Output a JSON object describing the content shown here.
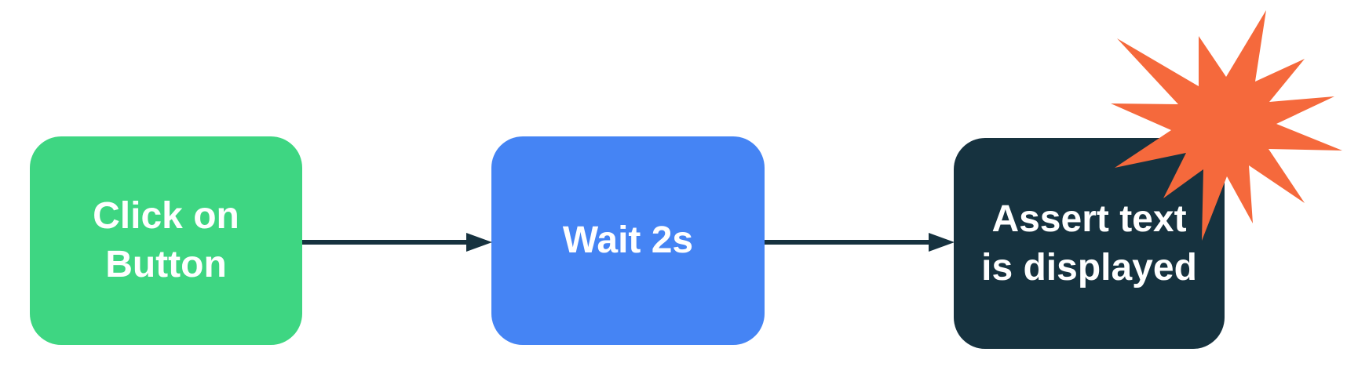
{
  "diagram": {
    "type": "flowchart",
    "background": "#FFFFFF",
    "nodes": [
      {
        "id": "step-1",
        "full_label": "Click on Button",
        "lines": [
          "Click on",
          "Button"
        ],
        "color": "#3ED682",
        "text_color": "#FFFFFF"
      },
      {
        "id": "step-2",
        "full_label": "Wait 2s",
        "lines": [
          "Wait 2s",
          ""
        ],
        "color": "#4584F4",
        "text_color": "#FFFFFF"
      },
      {
        "id": "step-3",
        "full_label": "Assert text is displayed",
        "lines": [
          "Assert text",
          "is displayed"
        ],
        "color": "#16323F",
        "text_color": "#FFFFFF"
      }
    ],
    "edges": [
      {
        "from": "step-1",
        "to": "step-2",
        "style": "arrow-right"
      },
      {
        "from": "step-2",
        "to": "step-3",
        "style": "arrow-right"
      }
    ],
    "decorations": [
      {
        "id": "burst",
        "meaning": "explosion-burst over assert step",
        "color": "#F5693C"
      }
    ],
    "colors": {
      "arrow": "#16323F",
      "burst": "#F5693C",
      "node_text": "#FFFFFF"
    }
  }
}
